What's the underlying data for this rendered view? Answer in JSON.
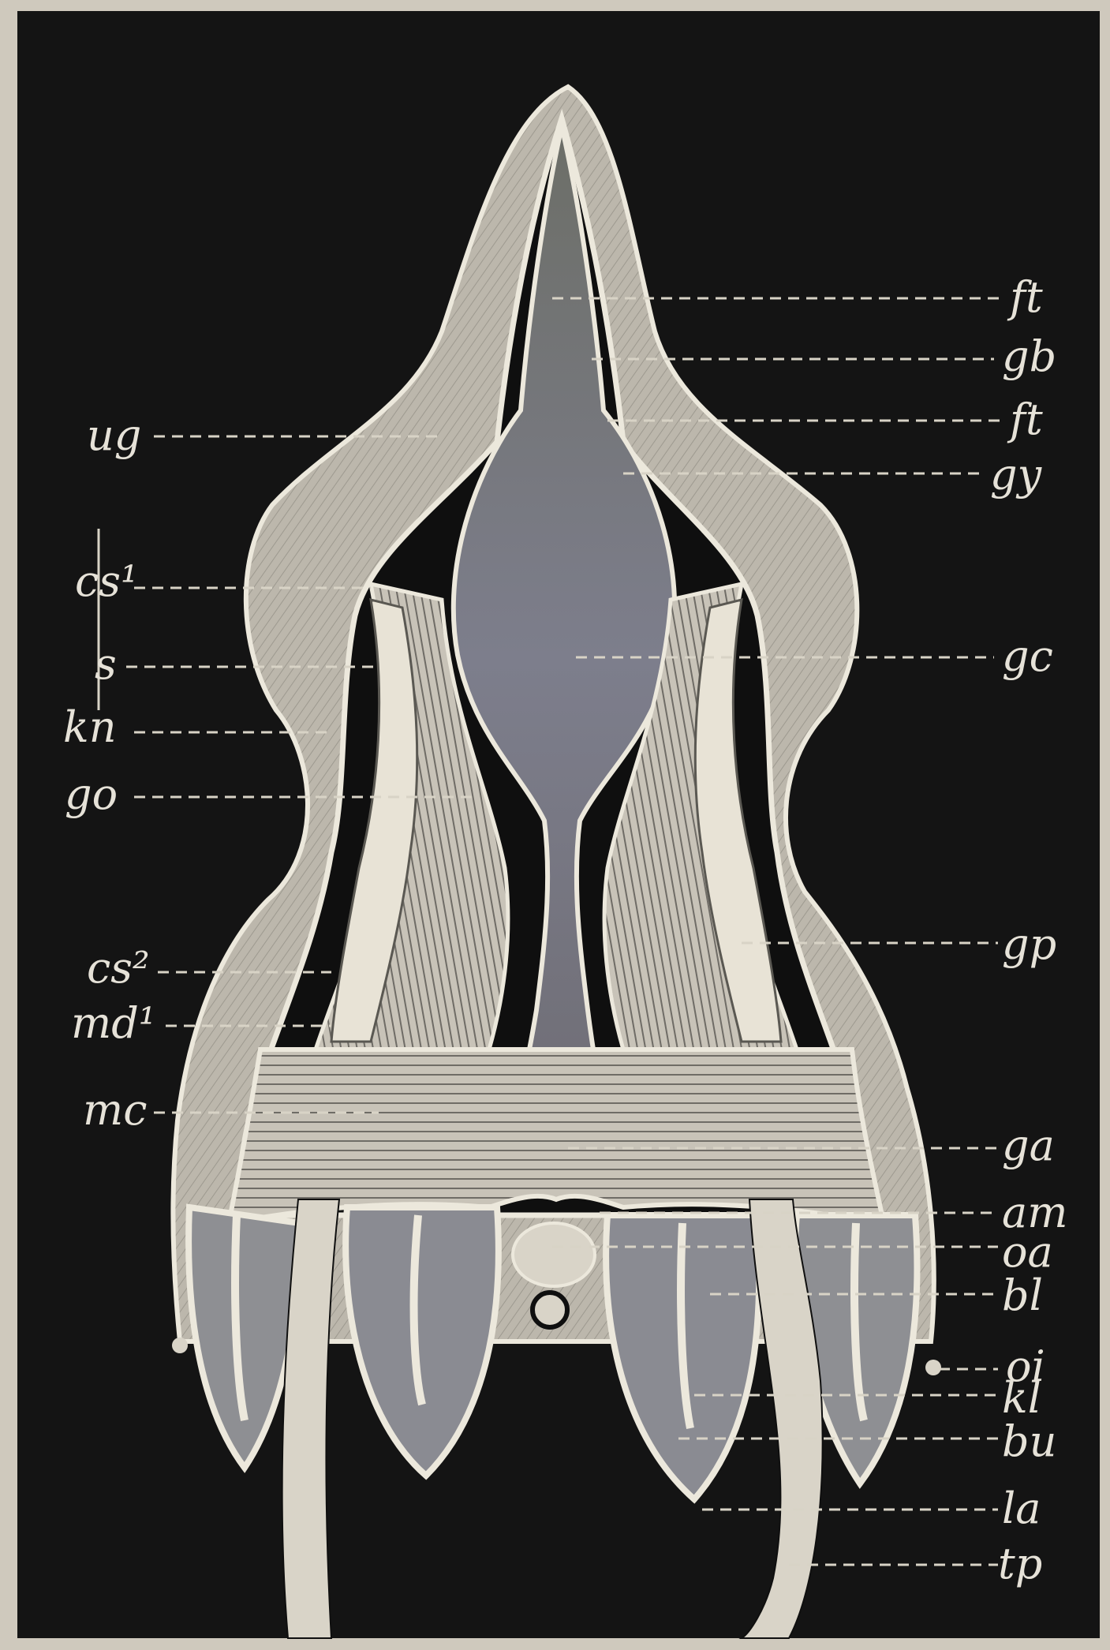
{
  "figure": {
    "left_labels": [
      "ug",
      "cs¹",
      "s",
      "kn",
      "go",
      "cs²",
      "md¹",
      "mc"
    ],
    "right_labels": [
      "ft",
      "gb",
      "ft",
      "gy",
      "gc",
      "gp",
      "ga",
      "am",
      "oa",
      "bl",
      "oi",
      "kl",
      "bu",
      "la",
      "tp"
    ]
  },
  "colors": {
    "background": "#141414",
    "paper": "#cfc9bd",
    "outer_sheath": "#bdb8ad",
    "inner_tissue": "#7d7f7a",
    "tentacle_lobes": "#8e8f93",
    "white_lines": "#ece8dc"
  }
}
